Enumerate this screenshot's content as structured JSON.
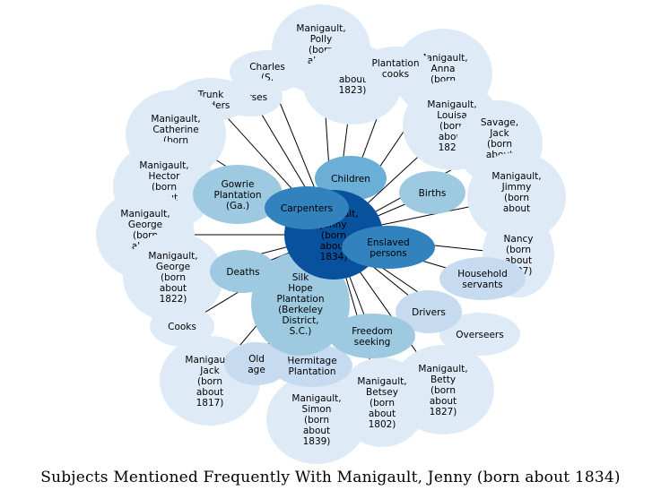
{
  "title": "Subjects Mentioned Frequently With Manigault, Jenny (born about 1834)",
  "colors": {
    "center": "#08519c",
    "level1": "#3182bd",
    "level2": "#6baed6",
    "level3": "#9ecae1",
    "level4": "#c6dbef",
    "level5": "#deebf7",
    "edge": "#000000"
  },
  "nodes": [
    {
      "id": "polly",
      "label": "Manigault,\nPolly\n(born\nabout\n1838)",
      "shade": "level5"
    },
    {
      "id": "anna",
      "label": "Manigault,\nAnna\n(born\nabout",
      "shade": "level5"
    },
    {
      "id": "charles",
      "label": "Charles\n(S.",
      "shade": "level5"
    },
    {
      "id": "nurses",
      "label": "Nurses",
      "shade": "level5"
    },
    {
      "id": "about1823",
      "label": "about\n1823)",
      "shade": "level5"
    },
    {
      "id": "cooks2",
      "label": "Plantation\ncooks",
      "shade": "level5"
    },
    {
      "id": "trunk",
      "label": "Trunk\nminders",
      "shade": "level5"
    },
    {
      "id": "louisa",
      "label": "Manigault,\nLouisa\n(born\nabout\n1826)",
      "shade": "level5"
    },
    {
      "id": "savage",
      "label": "Savage,\nJack\n(born\nabout\n1818)",
      "shade": "level5"
    },
    {
      "id": "catherine",
      "label": "Manigault,\nCatherine\n(born\nabout",
      "shade": "level5"
    },
    {
      "id": "jimmy",
      "label": "Manigault,\nJimmy\n(born\nabout\n1821)",
      "shade": "level5"
    },
    {
      "id": "hector",
      "label": "Manigault,\nHector\n(born\nabout\n1820)",
      "shade": "level5"
    },
    {
      "id": "george42",
      "label": "Manigault,\nGeorge\n(born\nabout\n1842)",
      "shade": "level5"
    },
    {
      "id": "nancy",
      "label": "Nancy\n(born\nabout\n1837)",
      "shade": "level5"
    },
    {
      "id": "george22",
      "label": "Manigault,\nGeorge\n(born\nabout\n1822)",
      "shade": "level5"
    },
    {
      "id": "cooks",
      "label": "Cooks",
      "shade": "level5"
    },
    {
      "id": "overseers",
      "label": "Overseers",
      "shade": "level5"
    },
    {
      "id": "jack",
      "label": "Manigault,\nJack\n(born\nabout\n1817)",
      "shade": "level5"
    },
    {
      "id": "betty",
      "label": "Manigault,\nBetty\n(born\nabout\n1827)",
      "shade": "level5"
    },
    {
      "id": "betsey",
      "label": "Manigault,\nBetsey\n(born\nabout\n1802)",
      "shade": "level5"
    },
    {
      "id": "simon",
      "label": "Manigault,\nSimon\n(born\nabout\n1839)",
      "shade": "level5"
    },
    {
      "id": "hermitage",
      "label": "Hermitage\nPlantation",
      "shade": "level4"
    },
    {
      "id": "household",
      "label": "Household\nservants",
      "shade": "level4"
    },
    {
      "id": "oldage",
      "label": "Old\nage",
      "shade": "level4"
    },
    {
      "id": "drivers",
      "label": "Drivers",
      "shade": "level4"
    },
    {
      "id": "deaths",
      "label": "Deaths",
      "shade": "level3"
    },
    {
      "id": "gowrie",
      "label": "Gowrie\nPlantation\n(Ga.)",
      "shade": "level3"
    },
    {
      "id": "births",
      "label": "Births",
      "shade": "level3"
    },
    {
      "id": "freedom",
      "label": "Freedom\nseeking",
      "shade": "level3"
    },
    {
      "id": "silkhope",
      "label": "Silk\nHope\nPlantation\n(Berkeley\nDistrict,\nS.C.)",
      "shade": "level3"
    },
    {
      "id": "children",
      "label": "Children",
      "shade": "level2"
    },
    {
      "id": "center",
      "label": "Manigault,\nJenny\n(born\nabout\n1834)",
      "shade": "center"
    },
    {
      "id": "carpenters",
      "label": "Carpenters",
      "shade": "level1"
    },
    {
      "id": "enslaved",
      "label": "Enslaved\npersons",
      "shade": "level1"
    }
  ]
}
